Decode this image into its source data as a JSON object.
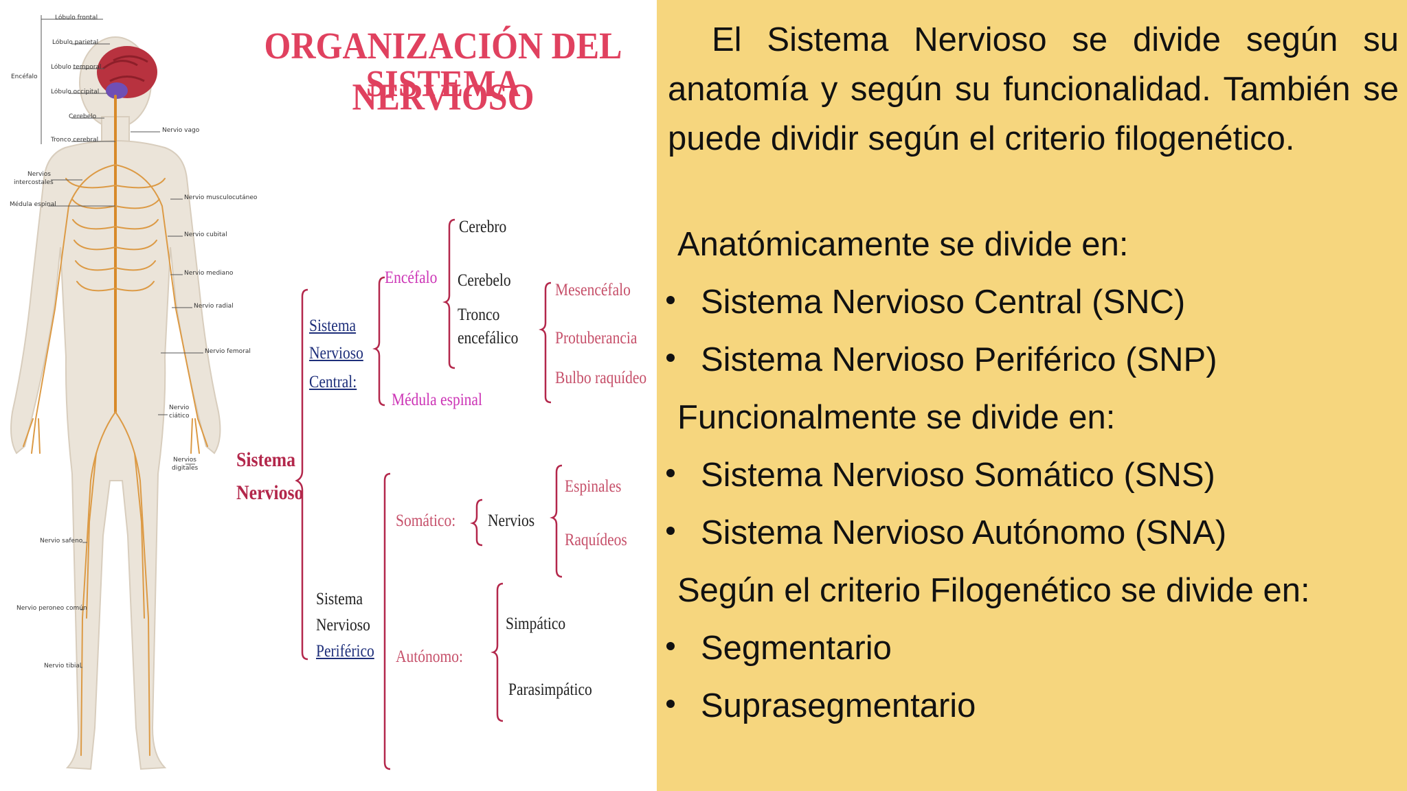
{
  "figure": {
    "title_line1": "ORGANIZACIÓN DEL SISTEMA",
    "title_line2": "NERVIOSO",
    "body_labels": {
      "lobulo_frontal": "Lóbulo frontal",
      "lobulo_parietal": "Lóbulo parietal",
      "lobulo_temporal": "Lóbulo temporal",
      "encefalo": "Encéfalo",
      "lobulo_occipital": "Lóbulo occipital",
      "cerebelo": "Cerebelo",
      "tronco_cerebral": "Tronco cerebral",
      "nervio_vago": "Nervio vago",
      "nervios_intercostales_1": "Nervios",
      "nervios_intercostales_2": "intercostales",
      "medula_espinal": "Médula espinal",
      "nervio_musculocutaneo": "Nervio musculocutáneo",
      "nervio_cubital": "Nervio cubital",
      "nervio_mediano": "Nervio mediano",
      "nervio_radial": "Nervio radial",
      "nervio_femoral": "Nervio femoral",
      "nervio_ciatico_1": "Nervio",
      "nervio_ciatico_2": "ciático",
      "nervios_digitales_1": "Nervios",
      "nervios_digitales_2": "digitales",
      "nervio_safeno": "Nervio safeno",
      "nervio_peroneo": "Nervio peroneo común",
      "nervio_tibial": "Nervio tibial"
    },
    "tree": {
      "root_1": "Sistema",
      "root_2": "Nervioso",
      "snc_1": "Sistema",
      "snc_2": "Nervioso",
      "snc_3": "Central:",
      "encefalo": "Encéfalo",
      "cerebro": "Cerebro",
      "cerebelo": "Cerebelo",
      "tronco_1": "Tronco",
      "tronco_2": "encefálico",
      "mesencefalo": "Mesencéfalo",
      "protuberancia": "Protuberancia",
      "bulbo": "Bulbo raquídeo",
      "medula": "Médula espinal",
      "snp_1": "Sistema",
      "snp_2": "Nervioso",
      "snp_3": "Periférico",
      "somatico": "Somático:",
      "nervios": "Nervios",
      "espinales": "Espinales",
      "raquideos": "Raquídeos",
      "autonomo": "Autónomo:",
      "simpatico": "Simpático",
      "parasimpatico": "Parasimpático"
    }
  },
  "panel": {
    "intro": "El Sistema Nervioso se divide según su anatomía y según su funcionalidad. También se puede dividir según el criterio filogenético.",
    "anatomic_heading": "Anatómicamente se divide en:",
    "anatomic_items": [
      "Sistema Nervioso Central (SNC)",
      "Sistema Nervioso Periférico (SNP)"
    ],
    "functional_heading": "Funcionalmente se divide en:",
    "functional_items": [
      "Sistema Nervioso Somático (SNS)",
      "Sistema Nervioso Autónomo (SNA)"
    ],
    "phylo_heading": "Según el criterio Filogenético se divide en:",
    "phylo_items": [
      "Segmentario",
      "Suprasegmentario"
    ]
  },
  "colors": {
    "panel_background": "#f6d67e",
    "title": "#e0415f",
    "bracket": "#b3274b",
    "nerve": "#d88a2a",
    "brain": "#b8323f"
  }
}
